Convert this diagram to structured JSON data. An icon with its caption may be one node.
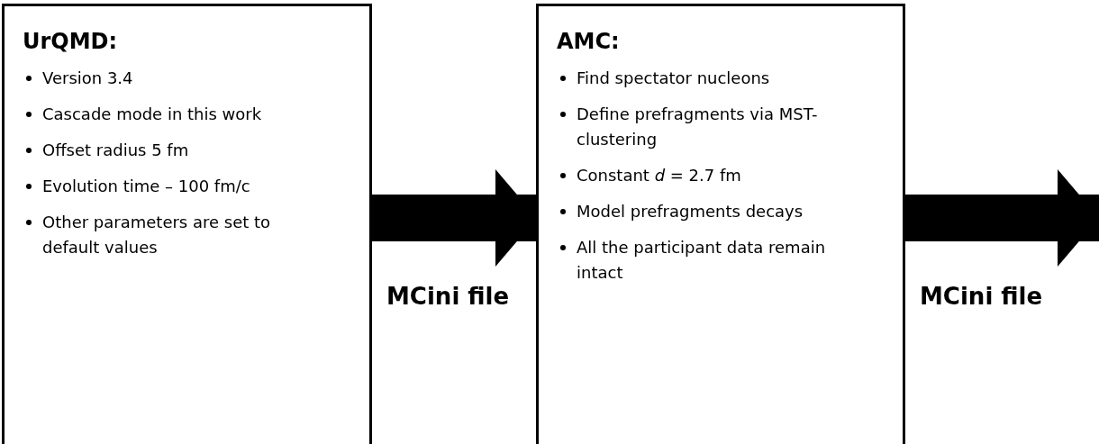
{
  "diagram": {
    "nodes": [
      {
        "text": [
          "UrQMD:",
          "Version 3.4",
          "Cascade mode in this work",
          "Offset radius 5 fm",
          "Evolution time – 100 fm/c",
          "Other parameters are set to default values"
        ]
      },
      {
        "text": [
          "AMC:",
          "Find spectator nucleons",
          "Define prefragments via MST-clustering",
          "Constant *d* = 2.7 fm",
          "Model prefragments decays",
          "All the participant data remain intact"
        ]
      }
    ],
    "edges": [
      {
        "from": 0,
        "to": 1,
        "arrow": "to",
        "label": "MCini file"
      },
      {
        "from": 1,
        "to": null,
        "arrow": "to",
        "label": "MCini file"
      }
    ]
  }
}
